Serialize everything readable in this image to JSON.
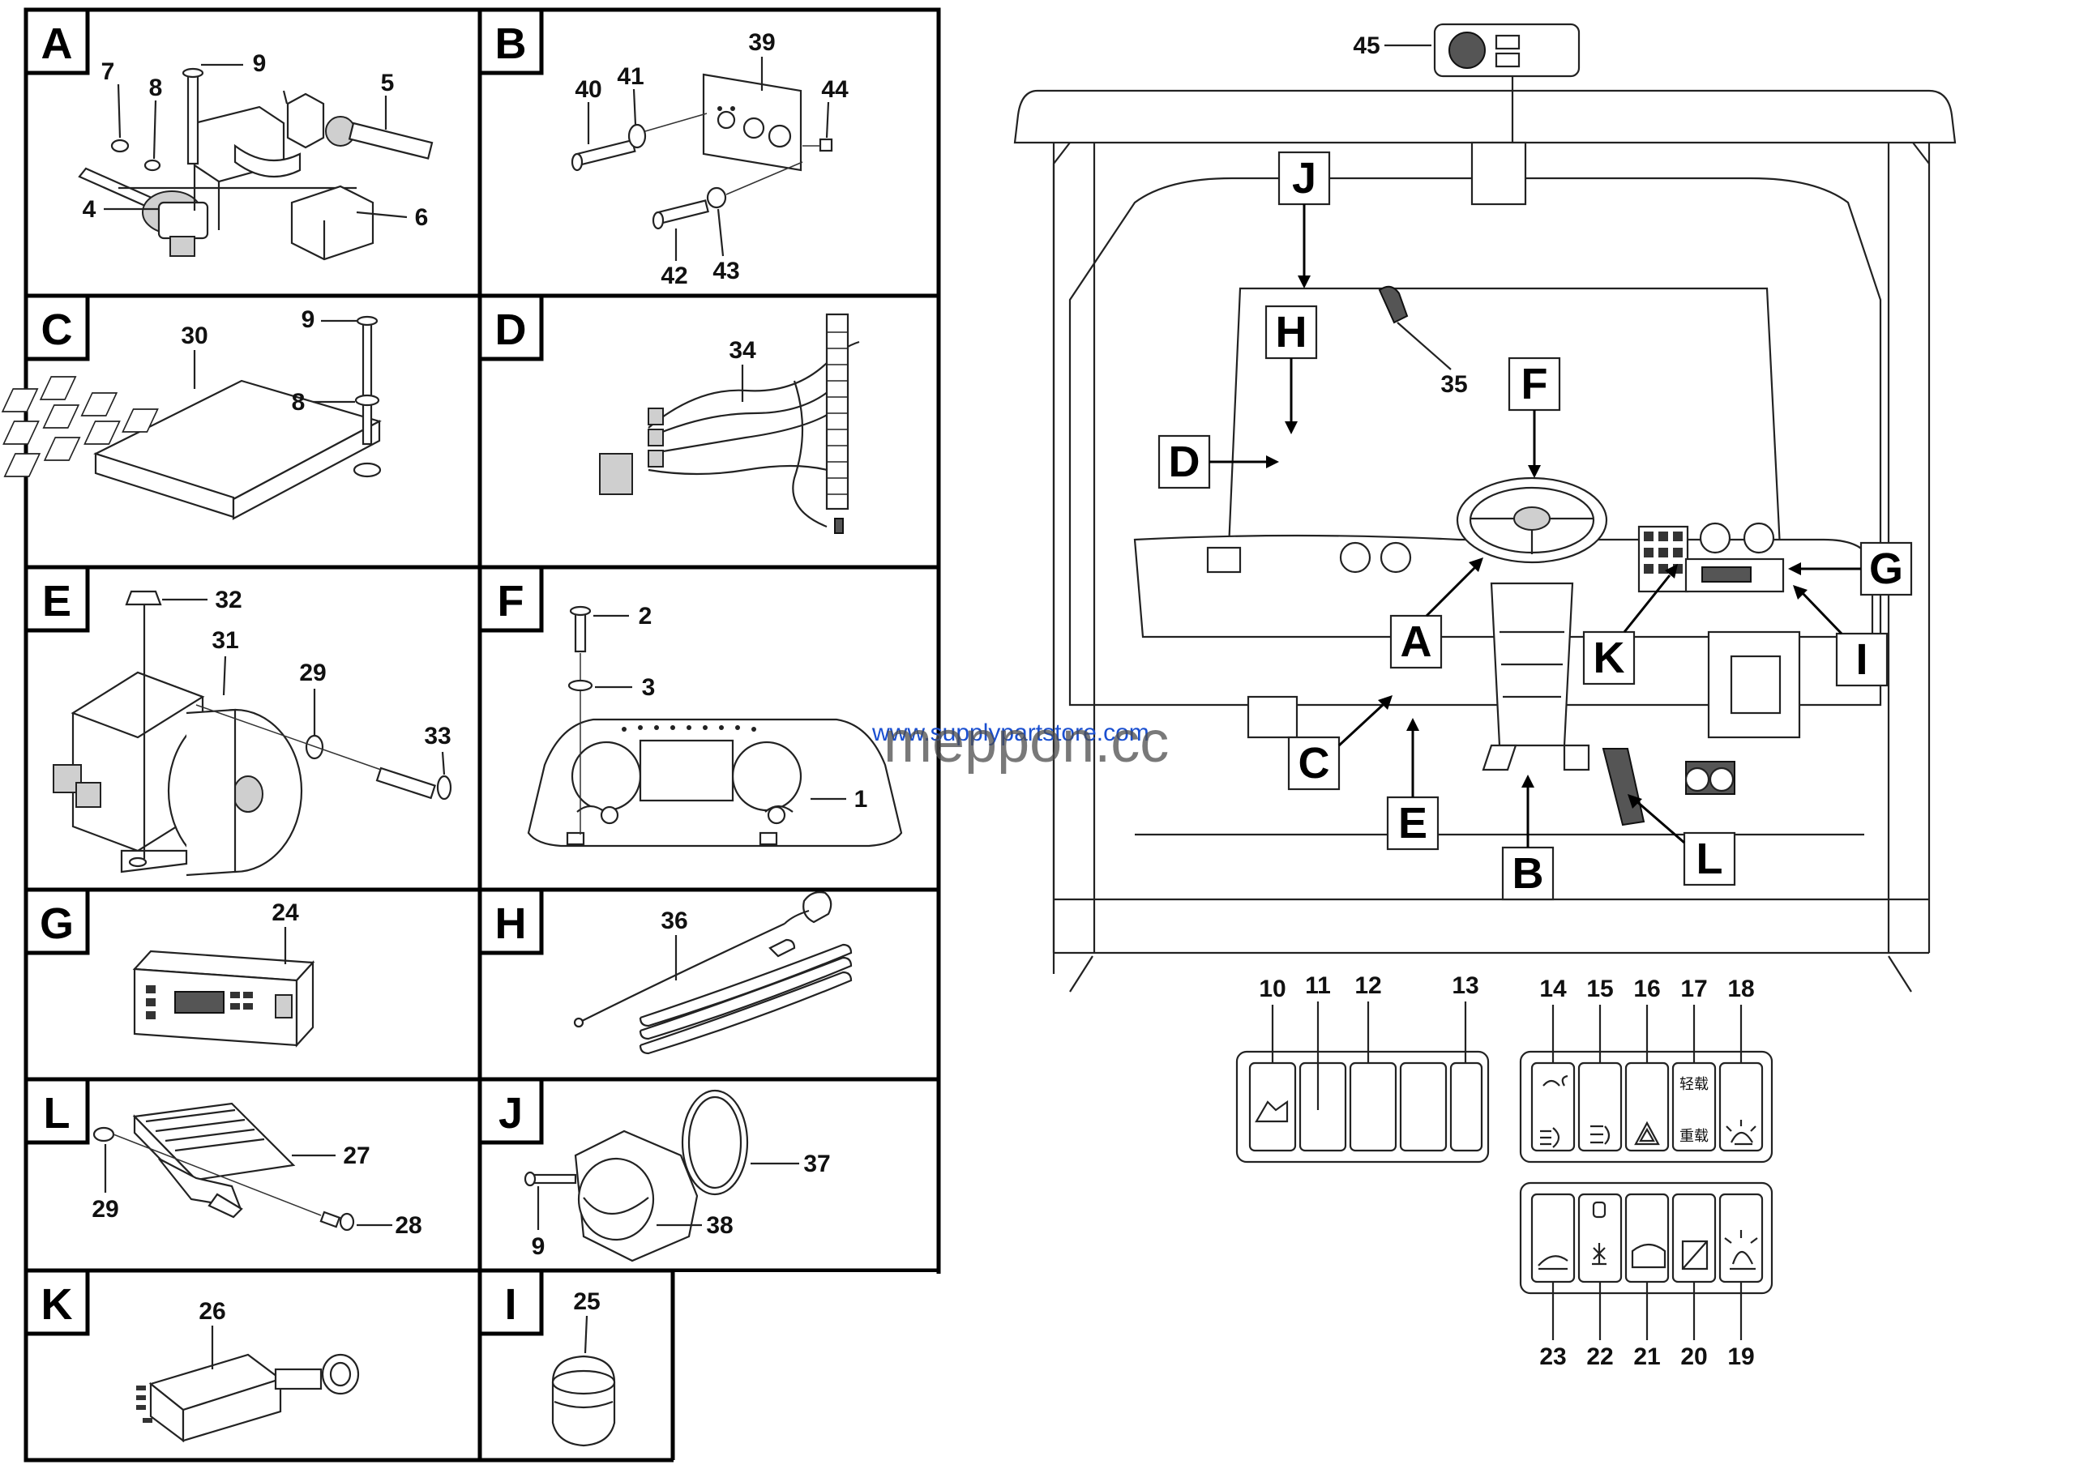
{
  "panels": [
    {
      "id": "A",
      "numbers": [
        "7",
        "9",
        "8",
        "5",
        "4",
        "6"
      ]
    },
    {
      "id": "B",
      "numbers": [
        "39",
        "40",
        "41",
        "44",
        "42",
        "43"
      ]
    },
    {
      "id": "C",
      "numbers": [
        "9",
        "30",
        "8"
      ]
    },
    {
      "id": "D",
      "numbers": [
        "34"
      ]
    },
    {
      "id": "E",
      "numbers": [
        "32",
        "31",
        "29",
        "33"
      ]
    },
    {
      "id": "F",
      "numbers": [
        "2",
        "3",
        "1"
      ]
    },
    {
      "id": "G",
      "numbers": [
        "24"
      ]
    },
    {
      "id": "H",
      "numbers": [
        "36"
      ]
    },
    {
      "id": "L",
      "numbers": [
        "27",
        "29",
        "28"
      ]
    },
    {
      "id": "J",
      "numbers": [
        "37",
        "9",
        "38"
      ]
    },
    {
      "id": "K",
      "numbers": [
        "26"
      ]
    },
    {
      "id": "I",
      "numbers": [
        "25"
      ]
    }
  ],
  "cab_callouts": [
    "J",
    "H",
    "D",
    "F",
    "A",
    "C",
    "E",
    "B",
    "K",
    "G",
    "I",
    "L"
  ],
  "cab_numbers": [
    "45",
    "35"
  ],
  "switch_panel_1": {
    "numbers": [
      "10",
      "11",
      "12",
      "13"
    ]
  },
  "switch_panel_2": {
    "top_numbers": [
      "14",
      "15",
      "16",
      "17",
      "18"
    ],
    "text_light": "轻载",
    "text_heavy": "重载"
  },
  "switch_panel_3": {
    "bottom_numbers": [
      "23",
      "22",
      "21",
      "20",
      "19"
    ]
  },
  "watermark": {
    "big": "meppon.cc",
    "small": "www.supplypartstore.com"
  }
}
